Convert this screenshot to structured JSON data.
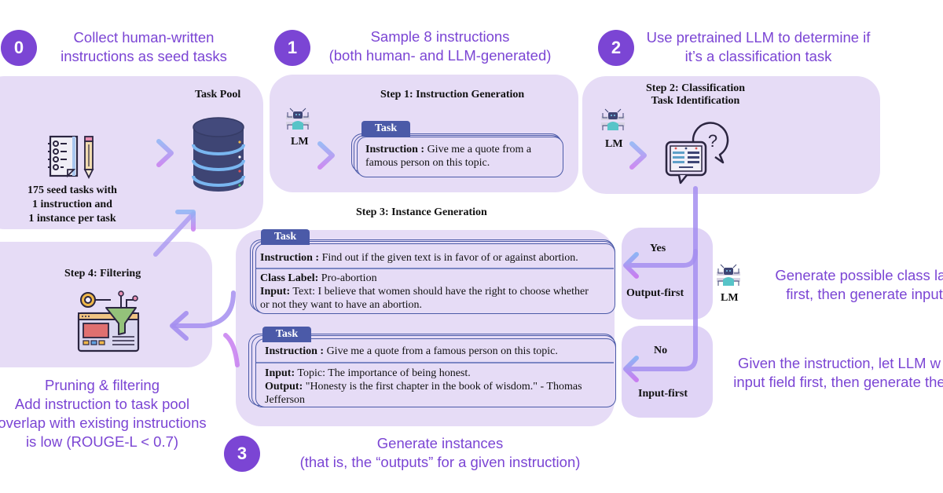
{
  "steps": [
    {
      "number": "0",
      "caption": [
        "Collect human-written",
        "instructions as seed tasks"
      ]
    },
    {
      "number": "1",
      "caption": [
        "Sample 8 instructions",
        "(both human- and LLM-generated)"
      ]
    },
    {
      "number": "2",
      "caption": [
        "Use pretrained LLM to determine if",
        "it’s a classification task"
      ]
    },
    {
      "number": "3",
      "caption": [
        "Generate instances",
        "(that is, the “outputs” for a given instruction)"
      ]
    }
  ],
  "task_pool": {
    "title": "Task Pool",
    "seed_text": [
      "175 seed tasks with",
      "1 instruction and",
      "1 instance per task"
    ],
    "icons": [
      "checklist-icon",
      "pencil-icon",
      "database-icon"
    ]
  },
  "step1": {
    "title": "Step 1: Instruction Generation",
    "lm_label": "LM",
    "task_tab": "Task",
    "instruction_label": "Instruction :",
    "instruction_text": [
      "Give me a quote from a",
      "famous person on this topic."
    ]
  },
  "step2": {
    "title": [
      "Step 2: Classification",
      "Task Identification"
    ],
    "lm_label": "LM",
    "icon": "classification-question-icon"
  },
  "step3": {
    "title": "Step 3: Instance Generation",
    "card_a": {
      "tab": "Task",
      "instruction_label": "Instruction :",
      "instruction_text": "Find out if the given text is in favor of or against abortion.",
      "class_label_label": "Class Label:",
      "class_label_text": "Pro-abortion",
      "input_label": "Input:",
      "input_text": [
        "Text: I believe that women should have the right to choose whether",
        "or not they want to have an abortion."
      ]
    },
    "card_b": {
      "tab": "Task",
      "instruction_label": "Instruction :",
      "instruction_text": "Give me a quote from a famous person on this topic.",
      "input_label": "Input:",
      "input_text": "Topic: The importance of being honest.",
      "output_label": "Output:",
      "output_text": [
        "\"Honesty is the first chapter in the book of wisdom.\" - Thomas",
        "Jefferson"
      ]
    }
  },
  "branches": {
    "yes": {
      "label": "Yes",
      "mode": "Output-first",
      "caption": [
        "Generate possible class lab",
        "first, then generate input"
      ]
    },
    "no": {
      "label": "No",
      "mode": "Input-first",
      "caption": [
        "Given the instruction, let LLM w",
        "input field first, then generate the"
      ]
    },
    "lm_label": "LM"
  },
  "step4": {
    "title": "Step 4: Filtering",
    "icon": "filter-funnel-icon",
    "caption": [
      "Pruning & filtering",
      "Add instruction to task pool",
      "overlap with existing instructions",
      "is low (ROUGE-L < 0.7)"
    ]
  },
  "colors": {
    "accent": "#7b45d4",
    "panel": "#e6dcf6",
    "card_border": "#4b5aa8",
    "arrow_start": "#8fb4f5",
    "arrow_end": "#c77ef0"
  }
}
